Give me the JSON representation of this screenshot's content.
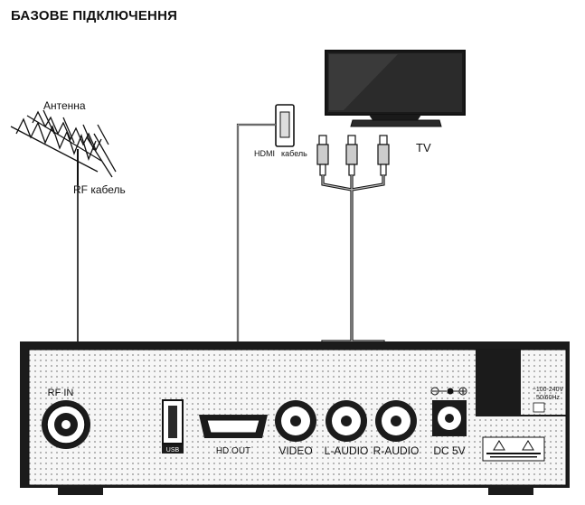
{
  "title": "БАЗОВЕ ПІДКЛЮЧЕННЯ",
  "labels": {
    "antenna": "Антенна",
    "rf_cable": "RF  кабель",
    "hdmi_cable_1": "HDMI",
    "hdmi_cable_2": "кабель",
    "tv": "TV"
  },
  "ports": {
    "rf_in": "RF IN",
    "usb": "USB",
    "hd_out": "HD OUT",
    "video": "VIDEO",
    "l_audio": "L-AUDIO",
    "r_audio": "R-AUDIO",
    "dc": "DC  5V"
  },
  "power_label": [
    "~100-240V",
    "50/60Hz"
  ],
  "colors": {
    "line": "#111111",
    "panel": "#f4f4f4",
    "dark": "#1a1a1a"
  }
}
